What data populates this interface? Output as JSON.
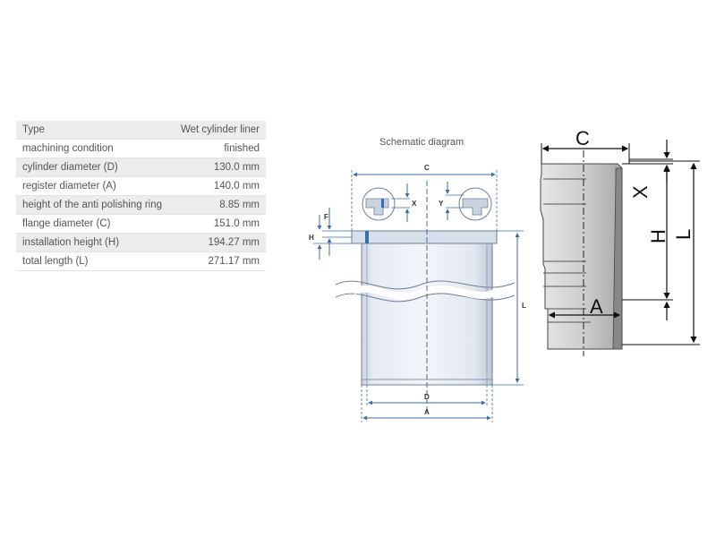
{
  "specs": [
    {
      "label": "Type",
      "value": "Wet cylinder liner"
    },
    {
      "label": "machining condition",
      "value": "finished"
    },
    {
      "label": "cylinder diameter (D)",
      "value": "130.0 mm"
    },
    {
      "label": "register diameter (A)",
      "value": "140.0 mm"
    },
    {
      "label": "height of the anti polishing ring",
      "value": "8.85 mm"
    },
    {
      "label": "flange diameter (C)",
      "value": "151.0 mm"
    },
    {
      "label": "installation height (H)",
      "value": "194.27 mm"
    },
    {
      "label": "total length (L)",
      "value": "271.17 mm"
    }
  ],
  "schematic": {
    "title": "Schematic diagram",
    "labels": {
      "C": "C",
      "X": "X",
      "Y": "Y",
      "F": "F",
      "H": "H",
      "L": "L",
      "D": "D",
      "A": "A"
    }
  },
  "drawing": {
    "labels": {
      "C": "C",
      "X": "X",
      "H": "H",
      "L": "L",
      "A": "A"
    }
  }
}
